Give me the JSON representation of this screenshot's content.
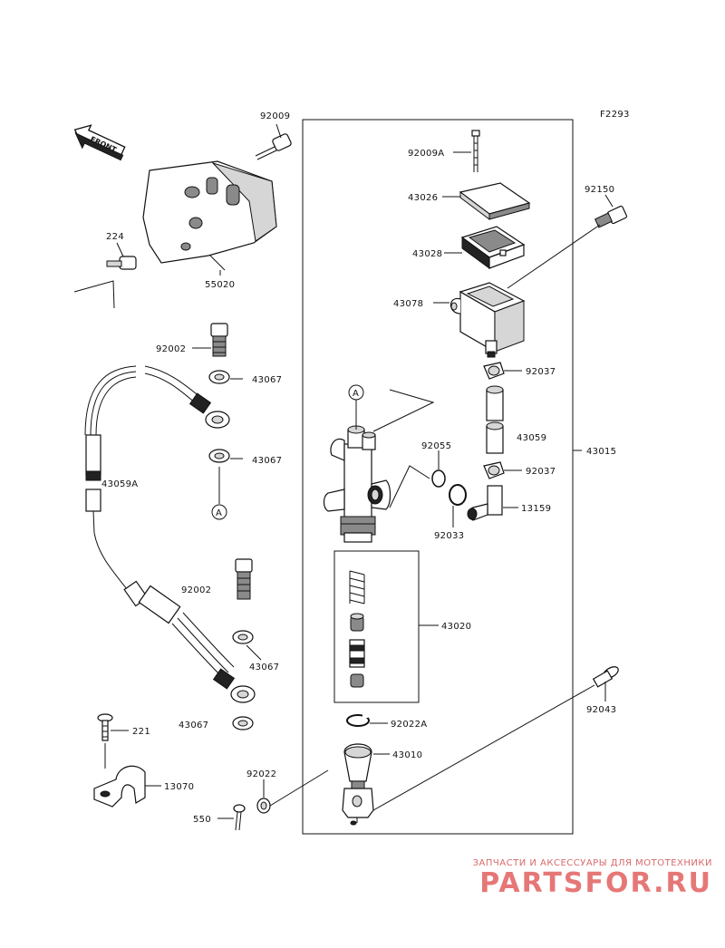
{
  "figure_code": "F2293",
  "front_label": "FRONT",
  "callouts": {
    "p92009": "92009",
    "p224": "224",
    "p55020": "55020",
    "p92002a": "92002",
    "p43067a": "43067",
    "p43067b": "43067",
    "p43059A": "43059A",
    "p92002b": "92002",
    "p43067c": "43067",
    "p43067d": "43067",
    "p221": "221",
    "p13070": "13070",
    "p92022": "92022",
    "p550": "550",
    "p92009A": "92009A",
    "p43026": "43026",
    "p43028": "43028",
    "p43078": "43078",
    "p92150": "92150",
    "p92037a": "92037",
    "p43059": "43059",
    "p92037b": "92037",
    "p13159": "13159",
    "p43015": "43015",
    "p92055": "92055",
    "p92033": "92033",
    "p43020": "43020",
    "p92022A": "92022A",
    "p43010": "43010",
    "p92043": "92043"
  },
  "ref_marks": {
    "a_top": "A",
    "a_hose": "A"
  },
  "watermark": {
    "tagline": "ЗАПЧАСТИ И АКСЕССУАРЫ ДЛЯ МОТОТЕХНИКИ",
    "brand": "PARTSFOR.RU",
    "color": "#e26060"
  }
}
